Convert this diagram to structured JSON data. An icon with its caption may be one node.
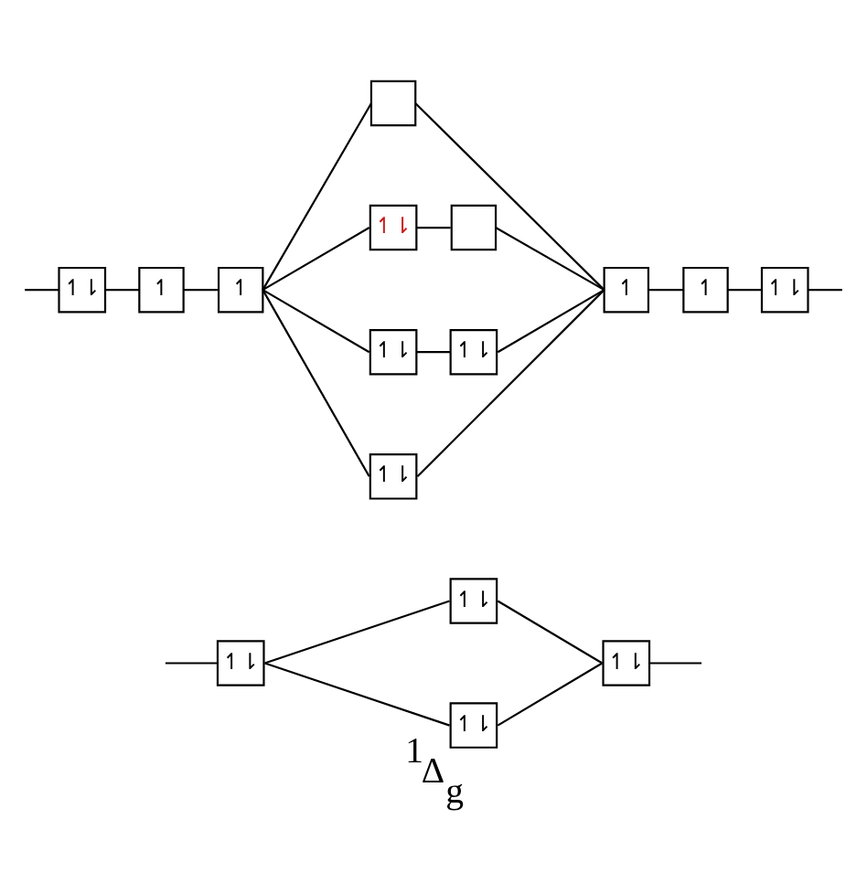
{
  "diagram": {
    "caption": "$^{1}$Δ$_{g}$",
    "nodes": [
      {
        "text": [],
        "shape": "box"
      },
      {
        "text": [
          "↿⇂"
        ]
      },
      {
        "text": [],
        "shape": "box"
      },
      {
        "text": [
          "↿⇂"
        ]
      },
      {
        "text": [
          "↿"
        ]
      },
      {
        "text": [
          "↿"
        ]
      },
      {
        "text": [
          "↿"
        ]
      },
      {
        "text": [
          "↿"
        ]
      },
      {
        "text": [
          "↿⇂"
        ]
      },
      {
        "text": [
          "↿⇂"
        ]
      },
      {
        "text": [
          "↿⇂"
        ]
      },
      {
        "text": [
          "↿⇂"
        ]
      },
      {
        "text": [
          "↿⇂"
        ]
      },
      {
        "text": [
          "↿⇂"
        ]
      },
      {
        "text": [
          "↿⇂"
        ]
      },
      {
        "text": [
          "↿⇂"
        ]
      }
    ],
    "edges": [
      {
        "from": null,
        "to": 3,
        "arrow": "none"
      },
      {
        "from": 3,
        "to": 4,
        "arrow": "none"
      },
      {
        "from": 4,
        "to": 5,
        "arrow": "none"
      },
      {
        "from": 5,
        "to": 0,
        "arrow": "none"
      },
      {
        "from": 5,
        "to": 1,
        "arrow": "none"
      },
      {
        "from": 5,
        "to": 9,
        "arrow": "none"
      },
      {
        "from": 5,
        "to": 11,
        "arrow": "none"
      },
      {
        "from": 1,
        "to": 2,
        "arrow": "none"
      },
      {
        "from": 9,
        "to": 10,
        "arrow": "none"
      },
      {
        "from": 0,
        "to": 6,
        "arrow": "none"
      },
      {
        "from": 2,
        "to": 6,
        "arrow": "none"
      },
      {
        "from": 10,
        "to": 6,
        "arrow": "none"
      },
      {
        "from": 11,
        "to": 6,
        "arrow": "none"
      },
      {
        "from": 6,
        "to": 7,
        "arrow": "none"
      },
      {
        "from": 7,
        "to": 8,
        "arrow": "none"
      },
      {
        "from": 8,
        "to": null,
        "arrow": "none"
      },
      {
        "from": null,
        "to": 13,
        "arrow": "none"
      },
      {
        "from": 13,
        "to": 12,
        "arrow": "none"
      },
      {
        "from": 13,
        "to": 15,
        "arrow": "none"
      },
      {
        "from": 12,
        "to": 14,
        "arrow": "none"
      },
      {
        "from": 15,
        "to": 14,
        "arrow": "none"
      },
      {
        "from": 14,
        "to": null,
        "arrow": "none"
      }
    ]
  }
}
